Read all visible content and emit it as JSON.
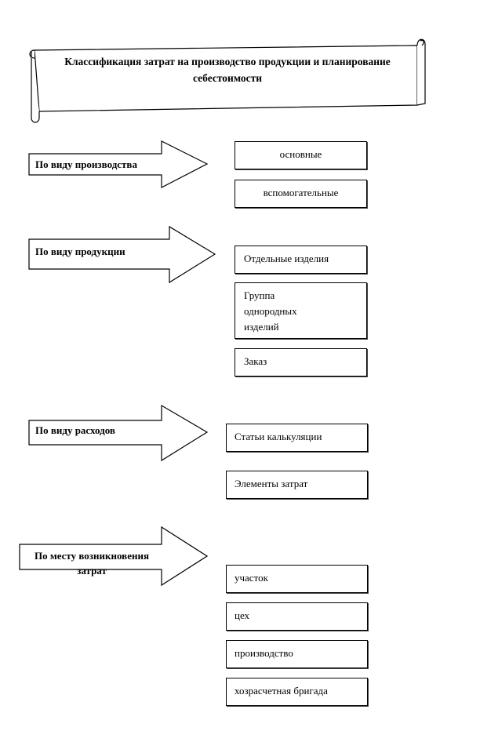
{
  "title": "Классификация затрат на производство продукции и планирование себестоимости",
  "groups": [
    {
      "label": "По виду производства",
      "items": [
        "основные",
        "вспомогательные"
      ]
    },
    {
      "label": "По виду продукции",
      "items": [
        "Отдельные изделия",
        "Группа однородных изделий",
        "Заказ"
      ]
    },
    {
      "label": "По виду расходов",
      "items": [
        "Статьи калькуляции",
        "Элементы затрат"
      ]
    },
    {
      "label": "По месту возникновения затрат",
      "items": [
        "участок",
        "цех",
        "производство",
        "хозрасчетная бригада"
      ]
    }
  ]
}
